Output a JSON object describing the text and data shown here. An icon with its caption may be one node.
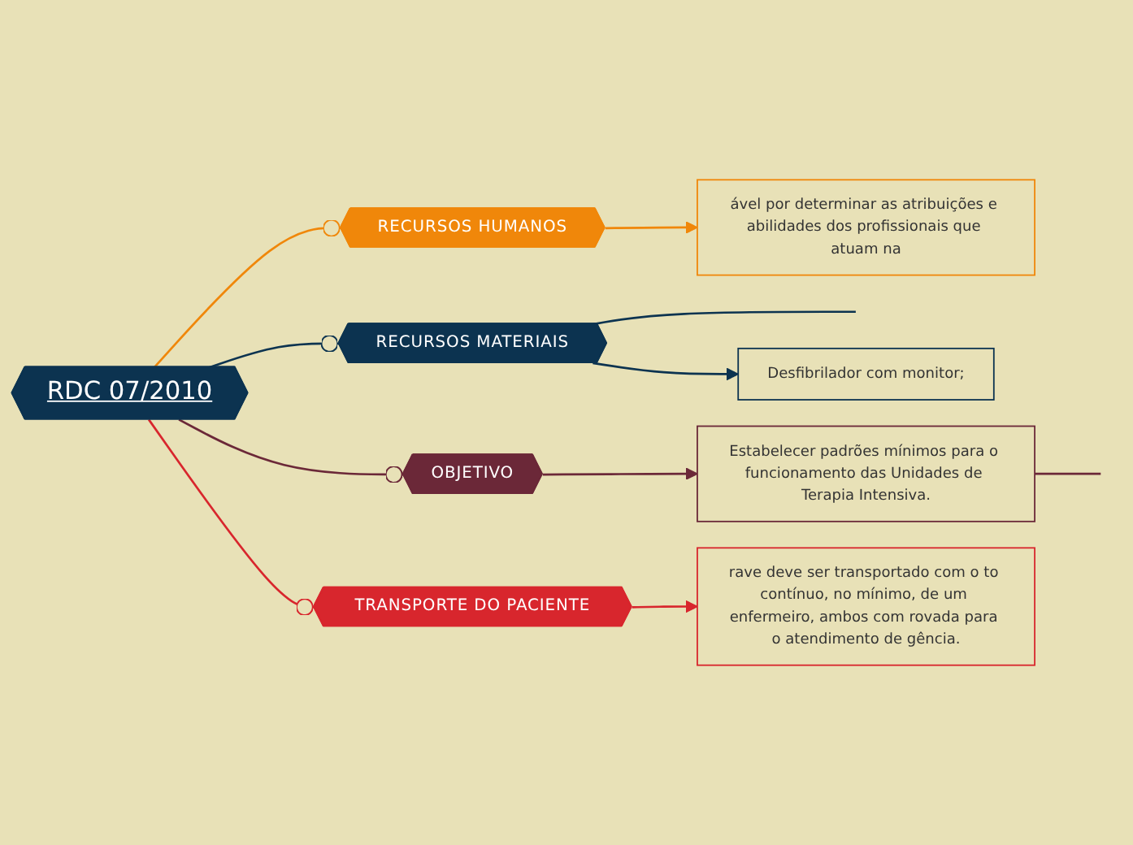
{
  "diagram": {
    "nodes": [
      {
        "text": [
          "RDC 07/2010"
        ]
      },
      {
        "text": [
          "RECURSOS HUMANOS"
        ]
      },
      {
        "text": [
          "ável por determinar as atribuições e abilidades dos profissionais que atuam na"
        ]
      },
      {
        "text": [
          "RECURSOS MATERIAIS"
        ]
      },
      {
        "text": [
          "Desfibrilador com monitor;"
        ]
      },
      {
        "text": [
          "OBJETIVO"
        ]
      },
      {
        "text": [
          "Estabelecer padrões mínimos para o funcionamento das Unidades de Terapia Intensiva."
        ]
      },
      {
        "text": [
          "TRANSPORTE DO PACIENTE"
        ]
      },
      {
        "text": [
          "rave deve ser transportado com o to contínuo, no mínimo, de um enfermeiro, ambos com rovada para o atendimento de gência."
        ]
      }
    ],
    "edges": [
      {
        "from": 0,
        "to": 1,
        "arrow": "other",
        "color": "#f0870a"
      },
      {
        "from": 1,
        "to": 2,
        "arrow": "to",
        "color": "#f0870a"
      },
      {
        "from": 0,
        "to": 3,
        "arrow": "other",
        "color": "#0c3350"
      },
      {
        "from": 3,
        "to": null,
        "arrow": "none",
        "color": "#0c3350"
      },
      {
        "from": 3,
        "to": 4,
        "arrow": "to",
        "color": "#0c3350"
      },
      {
        "from": 0,
        "to": 5,
        "arrow": "other",
        "color": "#6b2838"
      },
      {
        "from": 5,
        "to": 6,
        "arrow": "to",
        "color": "#6b2838"
      },
      {
        "from": 6,
        "to": null,
        "arrow": "none",
        "color": "#6b2838"
      },
      {
        "from": 0,
        "to": 7,
        "arrow": "other",
        "color": "#d8262d"
      },
      {
        "from": 7,
        "to": 8,
        "arrow": "to",
        "color": "#d8262d"
      }
    ]
  }
}
